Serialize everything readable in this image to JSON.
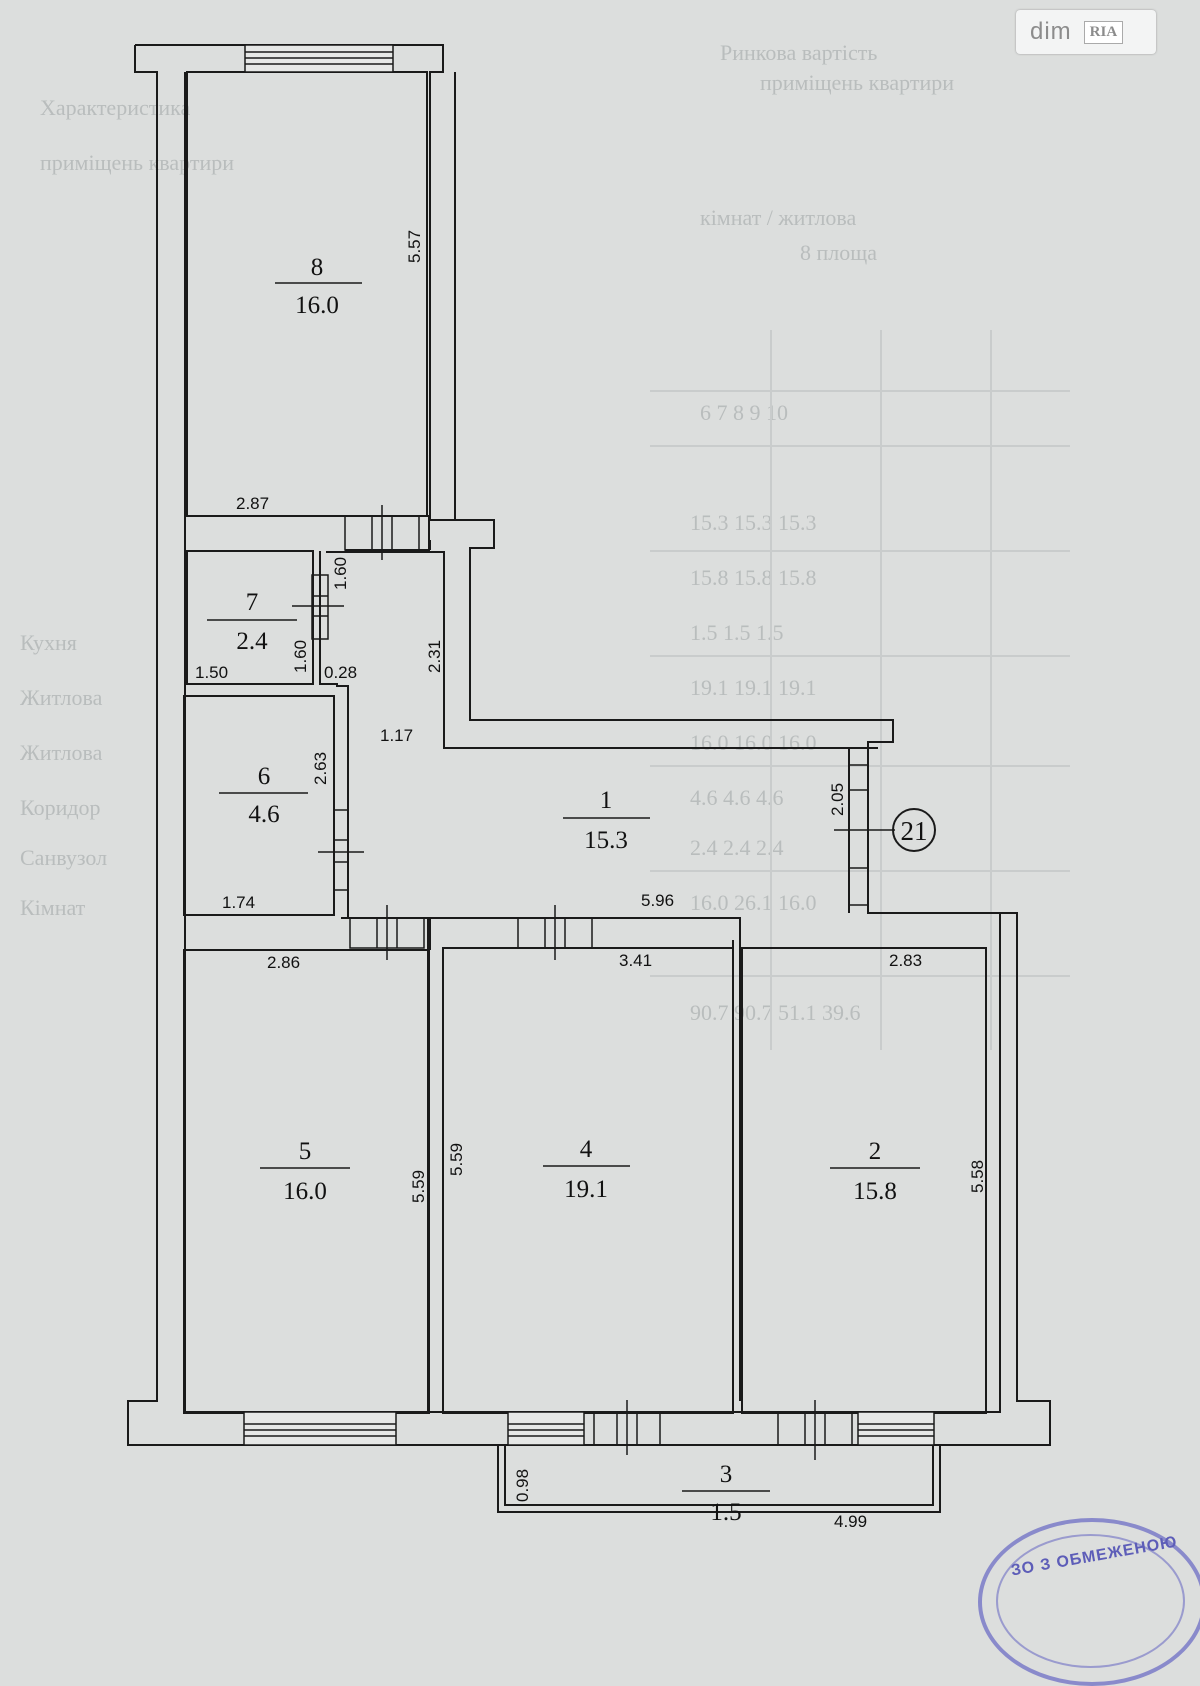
{
  "watermark": {
    "brand": "dim",
    "brand_badge": "RIA"
  },
  "stamp": {
    "text": "ЗО З ОБМЕЖЕНОЮ"
  },
  "floor_plan": {
    "rooms": [
      {
        "number": "1",
        "area": "15.3"
      },
      {
        "number": "2",
        "area": "15.8"
      },
      {
        "number": "3",
        "area": "1.5"
      },
      {
        "number": "4",
        "area": "19.1"
      },
      {
        "number": "5",
        "area": "16.0"
      },
      {
        "number": "6",
        "area": "4.6"
      },
      {
        "number": "7",
        "area": "2.4"
      },
      {
        "number": "8",
        "area": "16.0"
      }
    ],
    "dimensions": {
      "room8_length": "5.57",
      "room8_width": "2.87",
      "hall_1_60": "1.60",
      "room7_1_60": "1.60",
      "room7_width": "1.50",
      "hall_0_28": "0.28",
      "hall_2_31": "2.31",
      "hall_1_17": "1.17",
      "room6_length": "2.63",
      "room6_width": "1.74",
      "hall_5_96": "5.96",
      "entry_2_05": "2.05",
      "room5_width": "2.86",
      "room4_width": "3.41",
      "room2_width": "2.83",
      "room5_length": "5.59",
      "room4_length": "5.59",
      "room2_length": "5.58",
      "balcony_depth": "0.98",
      "balcony_length": "4.99"
    },
    "apartment_marker": "21"
  }
}
